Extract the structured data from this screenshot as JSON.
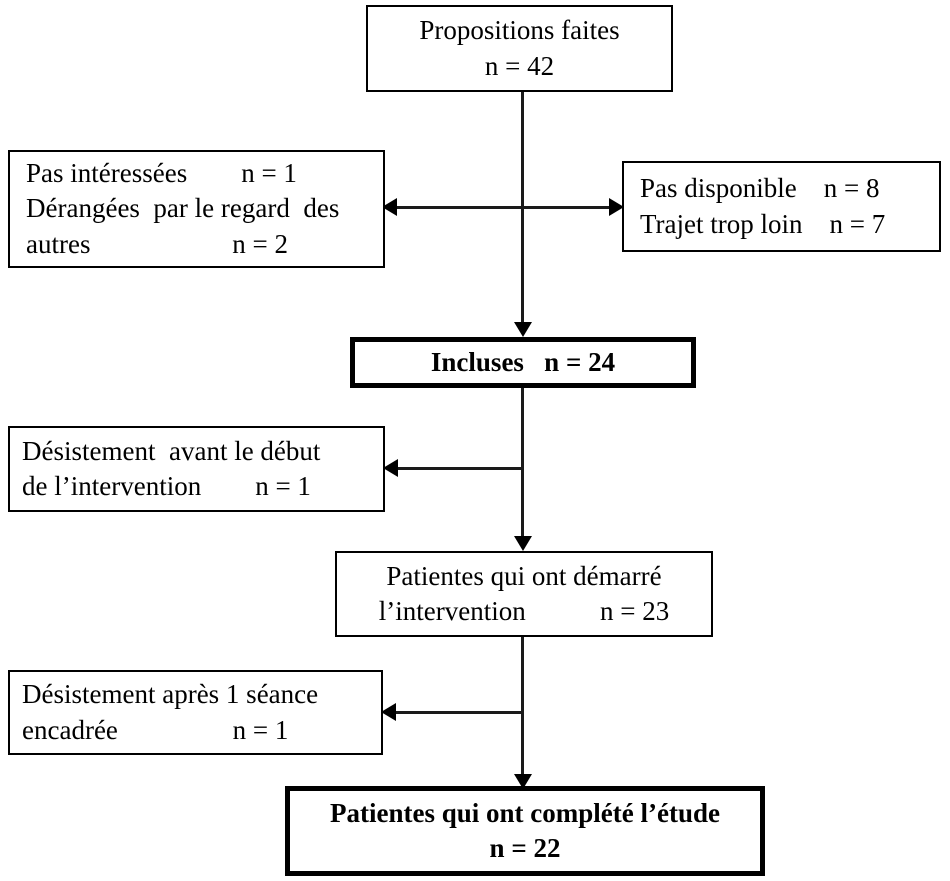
{
  "chart_data": {
    "type": "diagram",
    "title": "",
    "diagram_kind": "participant-flow-chart",
    "language": "fr",
    "nodes": [
      {
        "id": "enrolled",
        "label_lines": [
          "Propositions faites",
          "n = 42"
        ],
        "n": 42,
        "emphasis": "normal"
      },
      {
        "id": "excluded_left_1",
        "label_lines": [
          "Pas intéressées        n = 1",
          "Dérangées  par le regard  des",
          "autres                     n = 2"
        ],
        "emphasis": "normal"
      },
      {
        "id": "excluded_right",
        "label_lines": [
          "Pas disponible    n = 8",
          "Trajet trop loin    n = 7"
        ],
        "emphasis": "normal"
      },
      {
        "id": "included",
        "label_lines": [
          "Incluses   n = 24"
        ],
        "n": 24,
        "emphasis": "bold"
      },
      {
        "id": "dropout_before",
        "label_lines": [
          "Désistement  avant le début",
          "de l’intervention        n = 1"
        ],
        "n": 1,
        "emphasis": "normal"
      },
      {
        "id": "started",
        "label_lines": [
          "Patientes qui ont démarré",
          "l’intervention           n = 23"
        ],
        "n": 23,
        "emphasis": "normal"
      },
      {
        "id": "dropout_after",
        "label_lines": [
          "Désistement après 1 séance",
          "encadrée                 n = 1"
        ],
        "n": 1,
        "emphasis": "normal"
      },
      {
        "id": "completed",
        "label_lines": [
          "Patientes qui ont complété l’étude",
          "n = 22"
        ],
        "n": 22,
        "emphasis": "bold"
      }
    ],
    "edges": [
      {
        "from": "enrolled",
        "to": "included",
        "kind": "arrow-down"
      },
      {
        "from": "excluded_left_1",
        "to": "excluded_right",
        "kind": "double-arrow-horizontal"
      },
      {
        "from": "included",
        "to": "dropout_before",
        "kind": "arrow-left"
      },
      {
        "from": "included",
        "to": "started",
        "kind": "arrow-down"
      },
      {
        "from": "started",
        "to": "dropout_after",
        "kind": "arrow-left"
      },
      {
        "from": "started",
        "to": "completed",
        "kind": "arrow-down"
      }
    ],
    "counts": {
      "proposed": 42,
      "not_interested": 1,
      "bothered_by_gaze": 2,
      "not_available": 8,
      "travel_too_far": 7,
      "included": 24,
      "dropout_before_start": 1,
      "started": 23,
      "dropout_after_one_session": 1,
      "completed": 22
    }
  },
  "colors": {
    "line": "#1a1a1a",
    "border": "#000000",
    "background": "#ffffff",
    "text": "#000000"
  },
  "boxes": {
    "enrolled": {
      "line1": "Propositions faites",
      "line2": "n = 42"
    },
    "excluded_left_1": {
      "line1": "Pas intéressées        n = 1",
      "line2": "Dérangées  par le regard  des",
      "line3": "autres                     n = 2"
    },
    "excluded_right": {
      "line1": "Pas disponible    n = 8",
      "line2": "Trajet trop loin    n = 7"
    },
    "included": {
      "line1": "Incluses   n = 24"
    },
    "dropout_before": {
      "line1": "Désistement  avant le début",
      "line2": "de l’intervention        n = 1"
    },
    "started": {
      "line1": "Patientes qui ont démarré",
      "line2": "l’intervention           n = 23"
    },
    "dropout_after": {
      "line1": "Désistement après 1 séance",
      "line2": "encadrée                 n = 1"
    },
    "completed": {
      "line1": "Patientes qui ont complété l’étude",
      "line2": "n = 22"
    }
  }
}
